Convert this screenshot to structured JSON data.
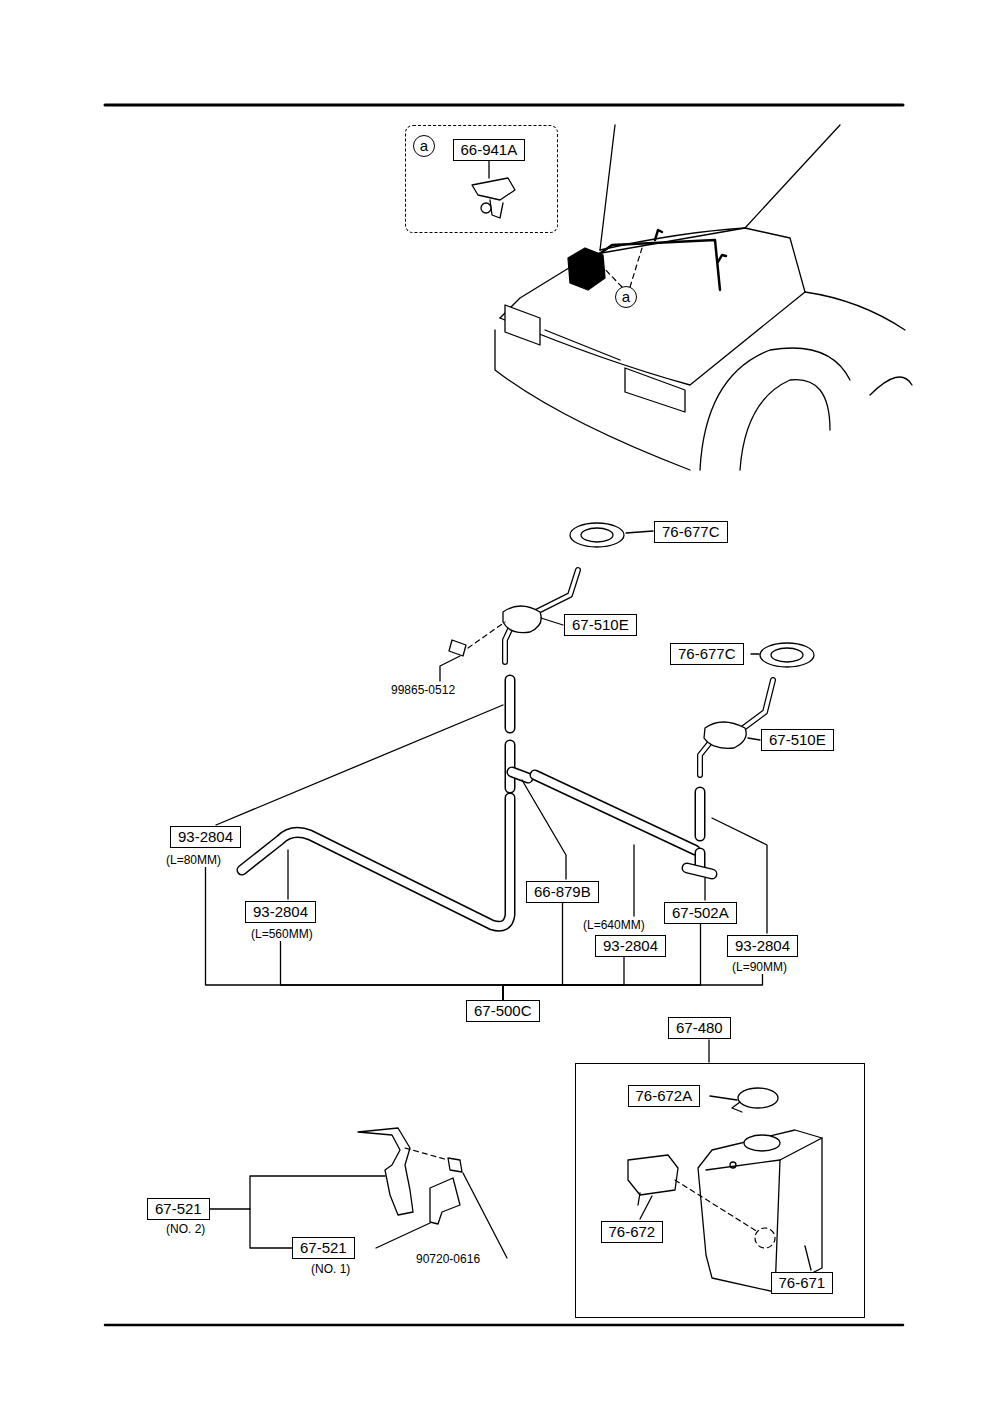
{
  "diagram": {
    "nodes": [
      {
        "text": [
          "a"
        ]
      },
      {
        "text": [
          "66-941A"
        ],
        "in": 0
      },
      {
        "text": [
          "a"
        ]
      },
      {
        "text": [
          "76-677C"
        ]
      },
      {
        "text": [
          "67-510E"
        ]
      },
      {
        "text": [
          "76-677C"
        ]
      },
      {
        "text": [
          "67-510E"
        ]
      },
      {
        "text": [
          "93-2804",
          "(L=80MM)"
        ]
      },
      {
        "text": [
          "66-879B"
        ]
      },
      {
        "text": [
          "93-2804",
          "(L=560MM)"
        ]
      },
      {
        "text": [
          "(L=640MM)",
          "93-2804"
        ]
      },
      {
        "text": [
          "67-502A"
        ]
      },
      {
        "text": [
          "93-2804",
          "(L=90MM)"
        ]
      },
      {
        "text": [
          "67-500C"
        ]
      },
      {
        "text": [
          "67-480"
        ]
      },
      {
        "text": [
          "76-672A"
        ],
        "in": 14
      },
      {
        "text": [
          "76-672"
        ],
        "in": 14
      },
      {
        "text": [
          "76-671"
        ],
        "in": 14
      },
      {
        "text": [
          "67-521",
          "(NO. 2)"
        ]
      },
      {
        "text": [
          "67-521",
          "(NO. 1)"
        ]
      }
    ],
    "edges": [
      {
        "from": 13,
        "to": 7,
        "arrow": "none"
      },
      {
        "from": 13,
        "to": 9,
        "arrow": "none"
      },
      {
        "from": 13,
        "to": 8,
        "arrow": "none"
      },
      {
        "from": 13,
        "to": 10,
        "arrow": "none"
      },
      {
        "from": 13,
        "to": 11,
        "arrow": "none"
      },
      {
        "from": 13,
        "to": 12,
        "arrow": "none"
      },
      {
        "from": 18,
        "to": 19,
        "arrow": "none"
      }
    ],
    "labels": [
      "99865-0512",
      "90720-0616"
    ]
  }
}
